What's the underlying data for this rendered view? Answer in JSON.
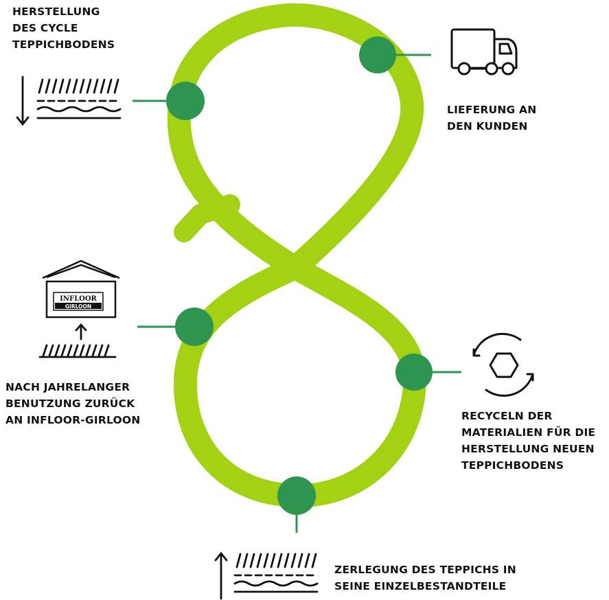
{
  "colors": {
    "loop": "#a3d215",
    "node": "#2d9550",
    "ink": "#111111"
  },
  "steps": [
    {
      "id": "herstellung",
      "lines": [
        "HERSTELLUNG",
        "DES CYCLE",
        "TEPPICHBODENS"
      ],
      "icon": "carpet-down-arrow-icon"
    },
    {
      "id": "lieferung",
      "lines": [
        "LIEFERUNG AN",
        "DEN KUNDEN"
      ],
      "icon": "delivery-truck-icon"
    },
    {
      "id": "nach",
      "lines": [
        "NACH JAHRELANGER",
        "BENUTZUNG ZURÜCK",
        "AN INFLOOR-GIRLOON"
      ],
      "icon": "return-to-warehouse-icon"
    },
    {
      "id": "recyceln",
      "lines": [
        "RECYCELN DER",
        "MATERIALIEN FÜR DIE",
        "HERSTELLUNG NEUEN",
        "TEPPICHBODENS"
      ],
      "icon": "recycle-hexagon-icon"
    },
    {
      "id": "zerlegung",
      "lines": [
        "ZERLEGUNG DES TEPPICHS IN",
        "SEINE EINZELBESTANDTEILE"
      ],
      "icon": "carpet-up-arrow-icon"
    }
  ],
  "logo": {
    "top": "INFLOOR",
    "bottom": "GIRLOON"
  }
}
